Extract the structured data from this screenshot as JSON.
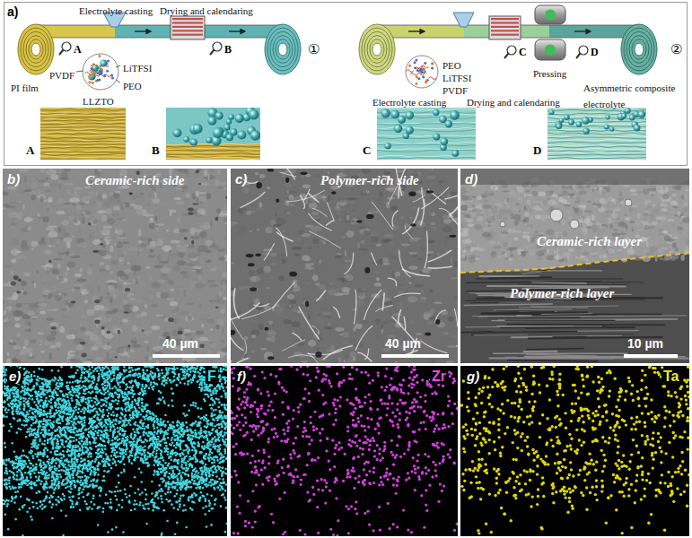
{
  "diagram": {
    "nodes": [
      {
        "text": [
          "a)"
        ]
      },
      {
        "text": [
          "A"
        ],
        "in": 0
      },
      {
        "text": [
          "B"
        ],
        "in": 0
      },
      {
        "text": [
          "C"
        ],
        "in": 0
      },
      {
        "text": [
          "D"
        ],
        "in": 0
      },
      {
        "text": [
          "b)",
          "Ceramic-rich side",
          "40 µm"
        ]
      },
      {
        "text": [
          "c)",
          "Polymer-rich side",
          "40 µm"
        ]
      },
      {
        "text": [
          "d)",
          "Ceramic-rich layer",
          "Polymer-rich layer",
          "10 µm"
        ]
      },
      {
        "text": [
          "e)",
          "F"
        ]
      },
      {
        "text": [
          "f)",
          "Zr"
        ]
      },
      {
        "text": [
          "g)",
          "Ta"
        ]
      }
    ],
    "labels": [
      "Electrolyte casting",
      "Drying and calendaring",
      "A",
      "PVDF",
      "LLZTO",
      "LiTFSI",
      "PEO",
      "PI film",
      "B",
      "①",
      "②",
      "PEO",
      "LiTFSI",
      "PVDF",
      "Electrolyte casting",
      "Drying and calendaring",
      "C",
      "Pressing",
      "D",
      "Asymmetric composite electrolyte"
    ]
  }
}
